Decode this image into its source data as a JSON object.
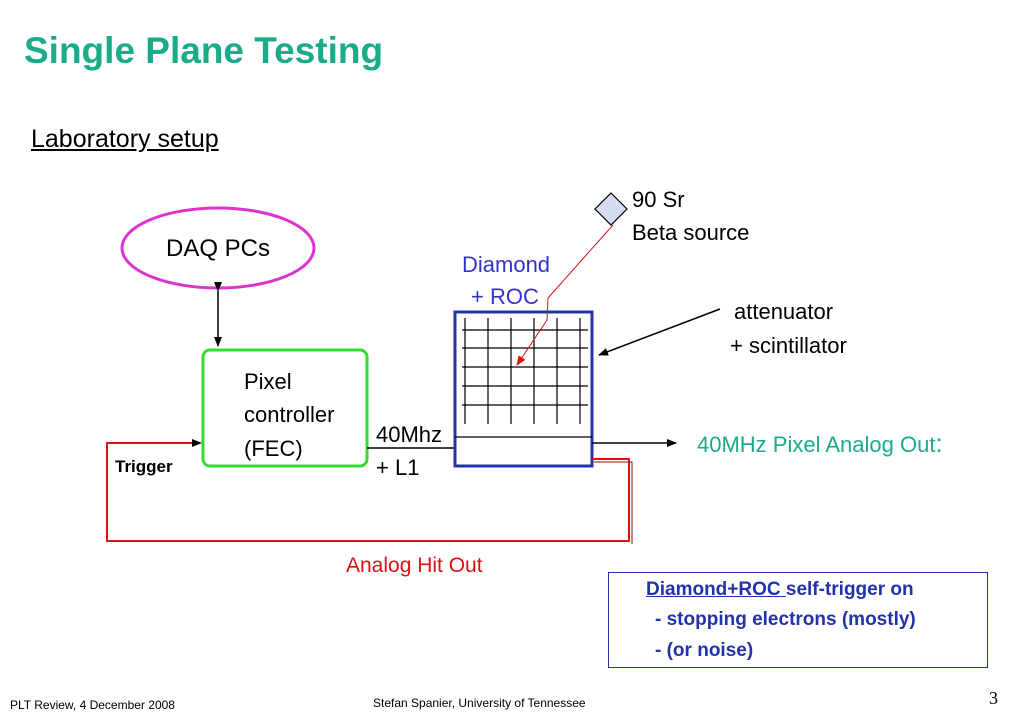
{
  "title": "Single Plane Testing",
  "subtitle": "Laboratory setup",
  "diagram": {
    "daq": "DAQ PCs",
    "source": {
      "line1": "90 Sr",
      "line2": "Beta source"
    },
    "diamond": {
      "line1": "Diamond",
      "line2": "+ ROC"
    },
    "attenuator": {
      "line1": "attenuator",
      "line2": "+ scintillator"
    },
    "fec": {
      "line1": "Pixel",
      "line2": "controller",
      "line3": "(FEC)"
    },
    "clock": {
      "line1": "40Mhz",
      "line2": "+ L1"
    },
    "analog_out": "40MHz  Pixel Analog Out",
    "analog_out_colon": ":",
    "trigger": "Trigger",
    "hit_out": "Analog Hit Out",
    "colors": {
      "accent": "#1aab8a",
      "daq_ellipse": "#dd33cc",
      "fec_box": "#33dd33",
      "roc_box": "#2233aa",
      "trigger_line": "#dd1111"
    }
  },
  "note": {
    "line1_underlined": "Diamond+ROC ",
    "line1_rest": "self-trigger on",
    "line2": "-  stopping electrons (mostly)",
    "line3": "- (or noise)"
  },
  "footer": {
    "left": "PLT Review,  4 December 2008",
    "center": "Stefan Spanier, University of Tennessee",
    "page": "3"
  }
}
